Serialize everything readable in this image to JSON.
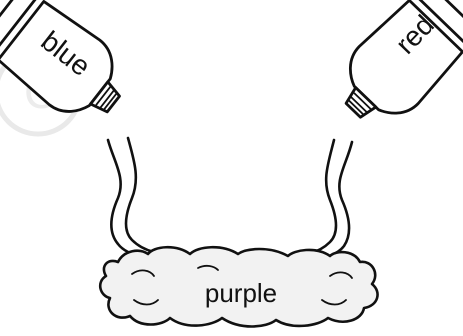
{
  "tubes": {
    "left": {
      "label": "blue"
    },
    "right": {
      "label": "red"
    }
  },
  "blob": {
    "label": "purple"
  }
}
